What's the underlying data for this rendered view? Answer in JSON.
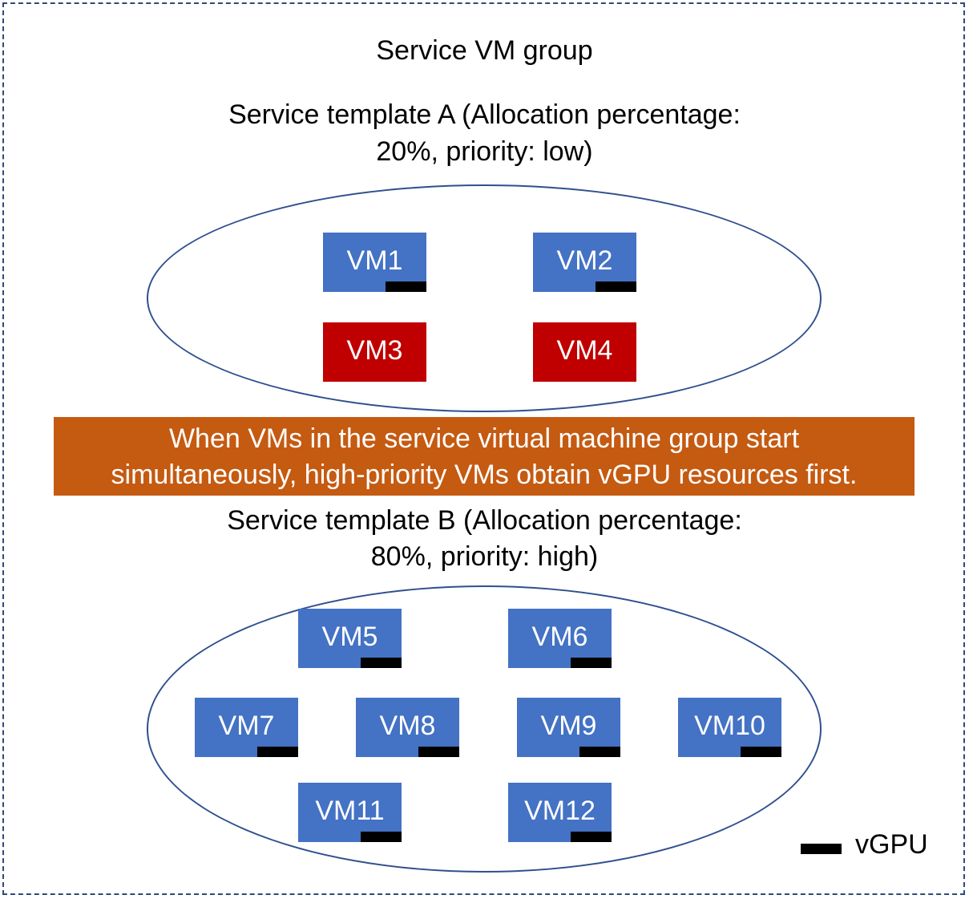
{
  "title": "Service VM group",
  "colors": {
    "vm_normal": "#4472c4",
    "vm_no_vgpu": "#c00000",
    "banner": "#c55a11",
    "frame": "#2e4a7a",
    "ellipse": "#2f4f8f",
    "vgpu": "#000000"
  },
  "template_a": {
    "line1": "Service template A (Allocation percentage:",
    "line2": "20%, priority: low)",
    "vms": [
      {
        "label": "VM1",
        "has_vgpu": true
      },
      {
        "label": "VM2",
        "has_vgpu": true
      },
      {
        "label": "VM3",
        "has_vgpu": false
      },
      {
        "label": "VM4",
        "has_vgpu": false
      }
    ]
  },
  "banner": {
    "line1": "When VMs in the service virtual machine group start",
    "line2": "simultaneously, high-priority VMs obtain vGPU resources first."
  },
  "template_b": {
    "line1": "Service template B (Allocation percentage:",
    "line2": "80%, priority: high)",
    "vms": [
      {
        "label": "VM5",
        "has_vgpu": true
      },
      {
        "label": "VM6",
        "has_vgpu": true
      },
      {
        "label": "VM7",
        "has_vgpu": true
      },
      {
        "label": "VM8",
        "has_vgpu": true
      },
      {
        "label": "VM9",
        "has_vgpu": true
      },
      {
        "label": "VM10",
        "has_vgpu": true
      },
      {
        "label": "VM11",
        "has_vgpu": true
      },
      {
        "label": "VM12",
        "has_vgpu": true
      }
    ]
  },
  "legend": {
    "label": "vGPU"
  }
}
